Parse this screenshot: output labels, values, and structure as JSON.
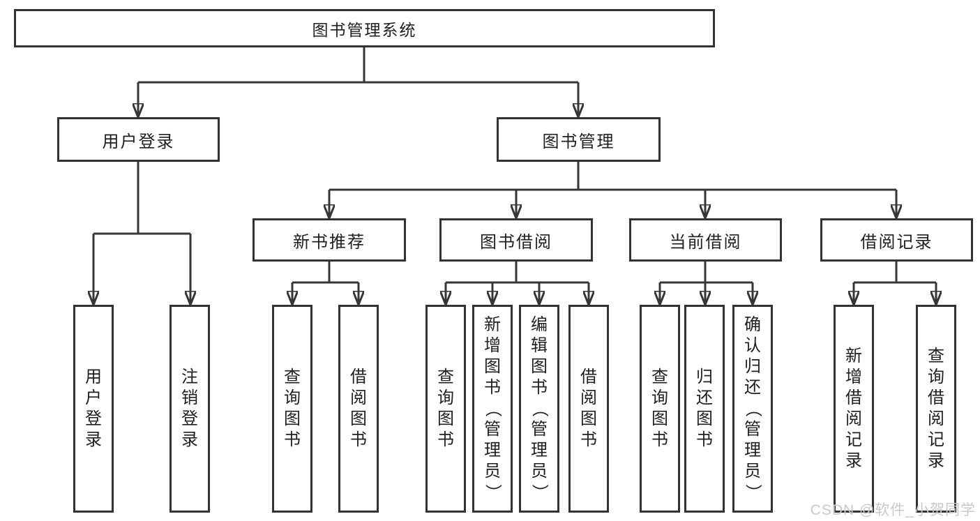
{
  "colors": {
    "background": "#ffffff",
    "border": "#333333",
    "line": "#363636",
    "text": "#1f1f1f",
    "watermark": "#c9c9c9"
  },
  "nodes": {
    "root": "图书管理系统",
    "level2": [
      "用户登录",
      "图书管理"
    ],
    "level3": [
      "新书推荐",
      "图书借阅",
      "当前借阅",
      "借阅记录"
    ],
    "leaves_login": [
      "用户登录",
      "注销登录"
    ],
    "leaves_recommend": [
      "查询图书",
      "借阅图书"
    ],
    "leaves_borrow": [
      "查询图书",
      "新增图书（管理员）",
      "编辑图书（管理员）",
      "借阅图书"
    ],
    "leaves_current": [
      "查询图书",
      "归还图书",
      "确认归还（管理员）"
    ],
    "leaves_records": [
      "新增借阅记录",
      "查询借阅记录"
    ]
  },
  "watermark": "CSDN @软件_小贺同学"
}
